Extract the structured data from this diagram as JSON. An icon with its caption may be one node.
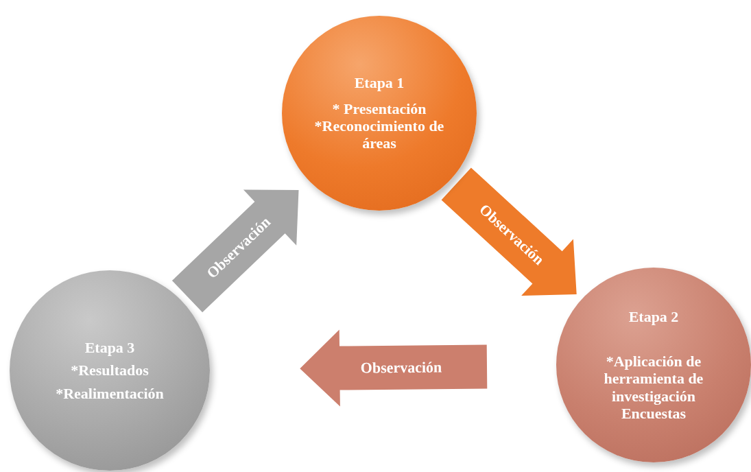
{
  "diagram": {
    "nodes": [
      {
        "text": [
          "Etapa 1",
          "* Presentación",
          "*Reconocimiento de áreas"
        ]
      },
      {
        "text": [
          "Etapa 2",
          "*Aplicación de herramienta de investigación Encuestas"
        ]
      },
      {
        "text": [
          "Etapa 3",
          "*Resultados",
          "*Realimentación"
        ]
      }
    ],
    "edges": [
      {
        "from": 0,
        "to": 1,
        "arrow": "to",
        "label": "Observación",
        "color": "#ee7b2a"
      },
      {
        "from": 1,
        "to": 2,
        "arrow": "to",
        "label": "Observación",
        "color": "#cc7f6d"
      },
      {
        "from": 2,
        "to": 0,
        "arrow": "to",
        "label": "Observación",
        "color": "#a6a6a6"
      }
    ]
  }
}
